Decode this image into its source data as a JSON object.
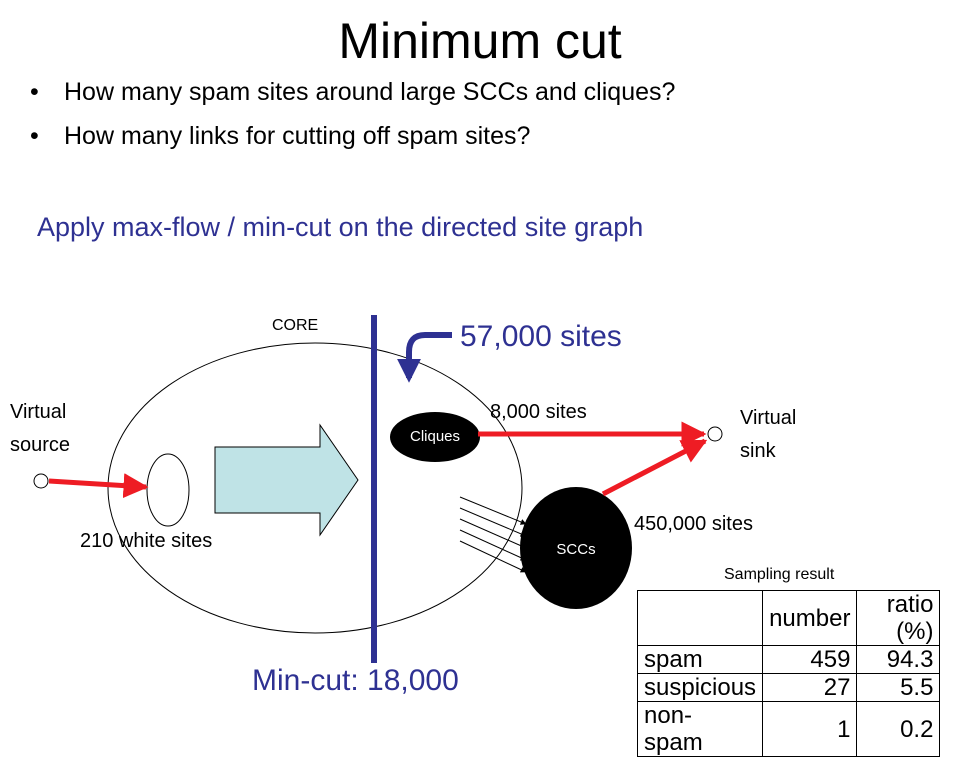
{
  "slide": {
    "title": "Minimum cut",
    "bullets": [
      "How many spam sites around large SCCs and cliques?",
      "How many links for cutting off spam sites?"
    ],
    "subtitle": "Apply max-flow / min-cut on the directed site graph"
  },
  "diagram": {
    "core_label": "CORE",
    "sites_57k": "57,000 sites",
    "virtual_source_1": "Virtual",
    "virtual_source_2": "source",
    "virtual_sink_1": "Virtual",
    "virtual_sink_2": "sink",
    "sites_8k": "8,000 sites",
    "cliques": "Cliques",
    "sccs": "SCCs",
    "sites_450k": "450,000 sites",
    "white_sites": "210 white sites",
    "min_cut": "Min-cut: 18,000",
    "colors": {
      "cut_line": "#2e3192",
      "red_edge": "#ee1c24",
      "arrow_fill": "#bfe3e6"
    }
  },
  "table": {
    "caption": "Sampling result",
    "headers": [
      "",
      "number",
      "ratio (%)"
    ],
    "rows": [
      [
        "spam",
        "459",
        "94.3"
      ],
      [
        "suspicious",
        "27",
        "5.5"
      ],
      [
        "non- spam",
        "1",
        "0.2"
      ]
    ]
  }
}
